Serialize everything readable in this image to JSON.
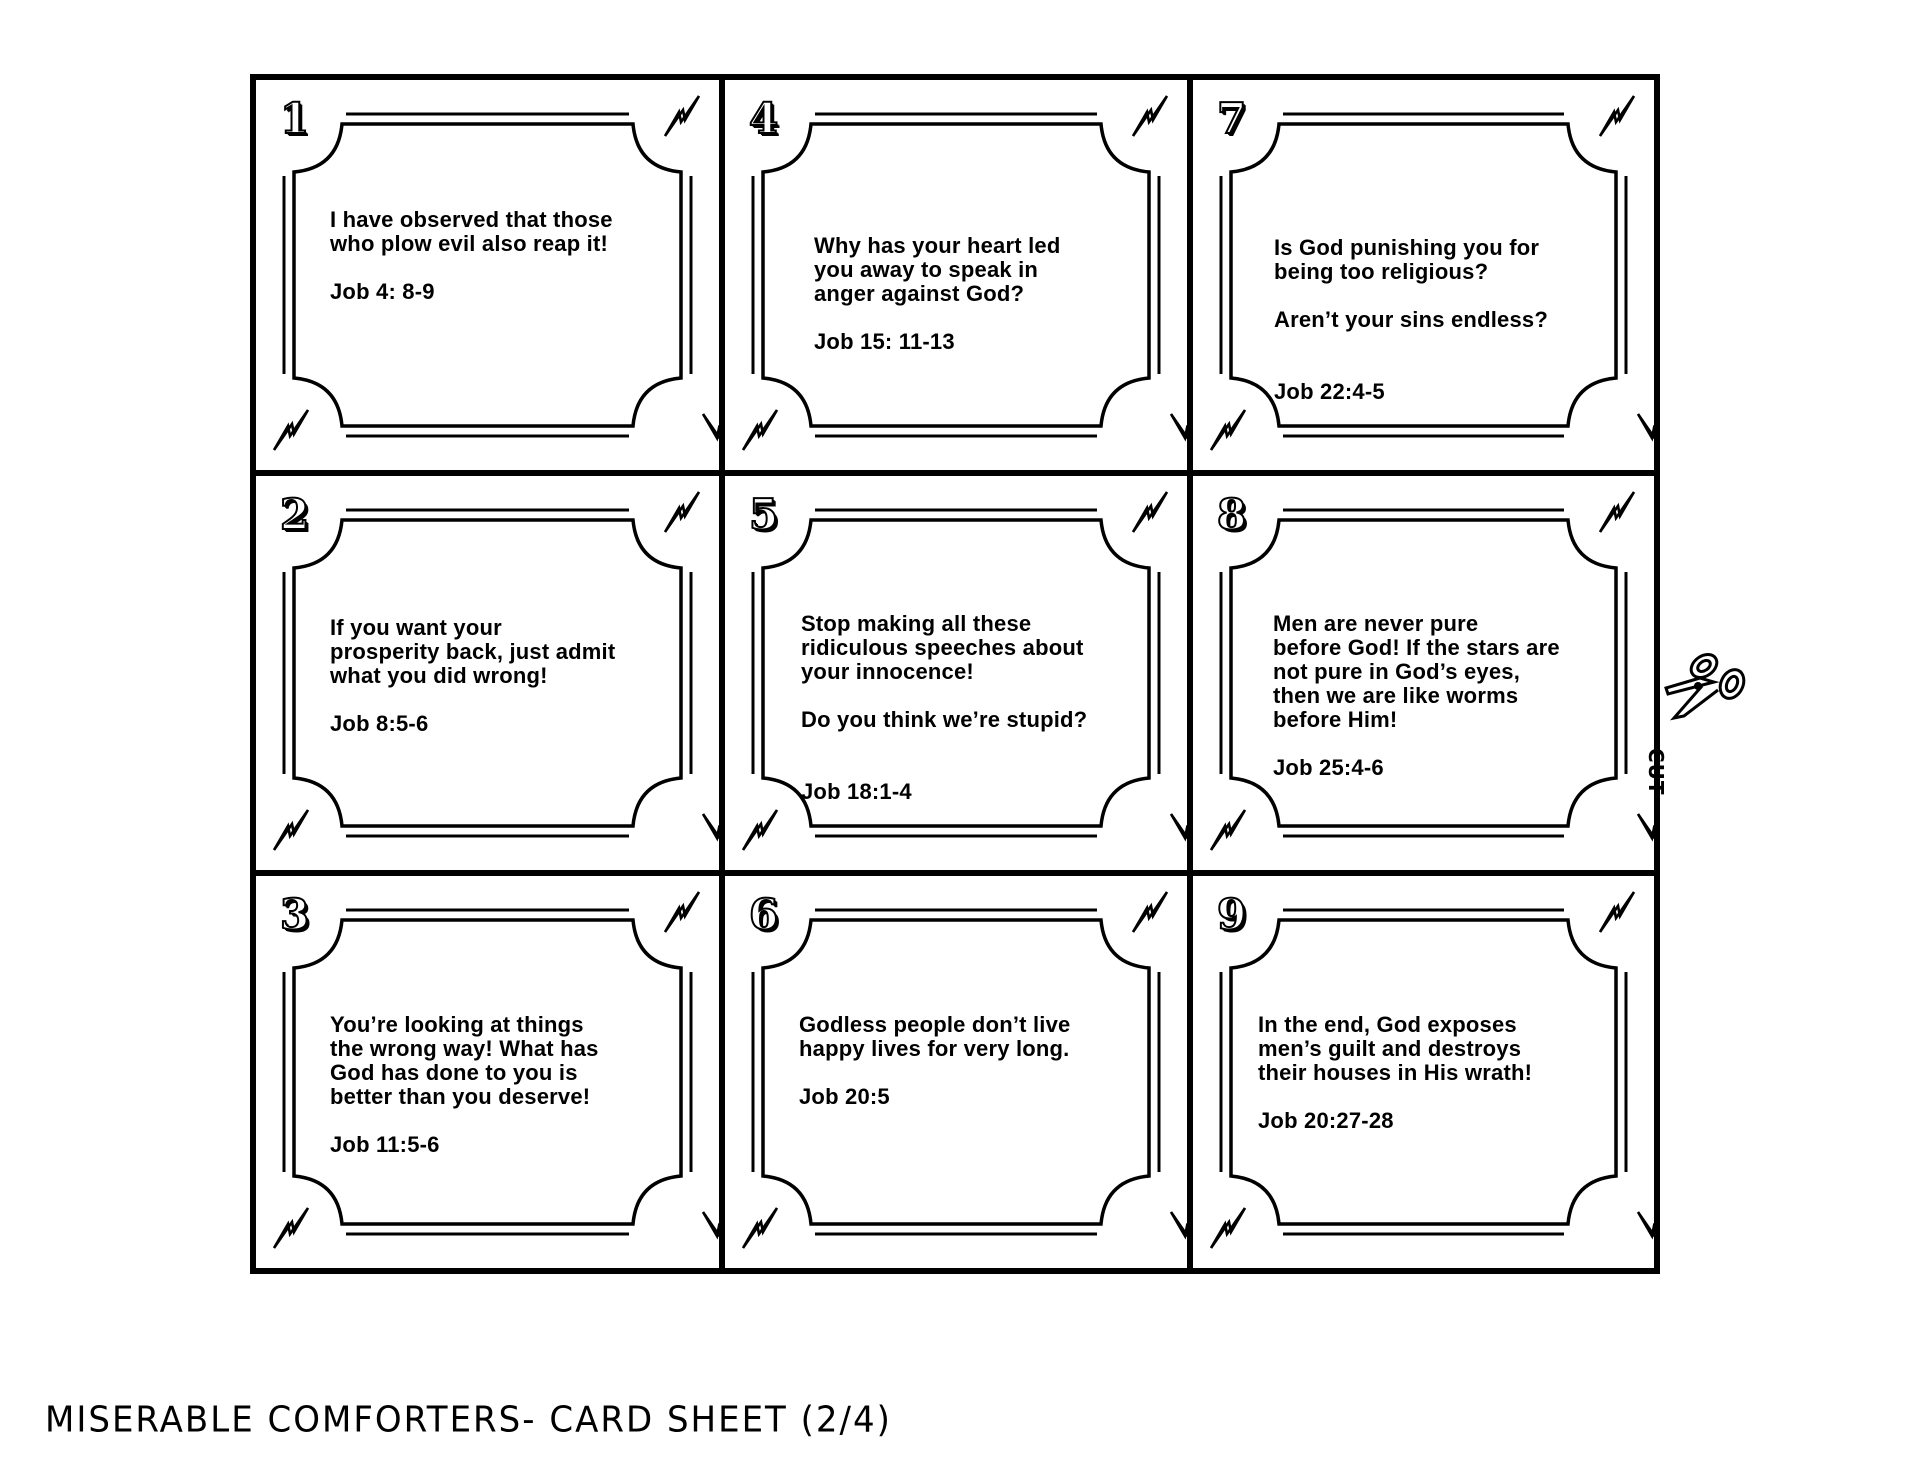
{
  "sheet": {
    "title": "MISERABLE COMFORTERS- CARD SHEET (2/4)",
    "cut_label": "CUT",
    "icons": {
      "corner": "lightning-bolt-icon",
      "cut": "scissors-icon"
    },
    "colors": {
      "ink": "#000000",
      "paper": "#ffffff"
    }
  },
  "cards": [
    {
      "number": "1",
      "lines": "I have observed that those\nwho plow evil also reap it!",
      "extra": "",
      "reference": "Job 4: 8-9"
    },
    {
      "number": "2",
      "lines": "If you want your\nprosperity back, just admit\nwhat you did wrong!",
      "extra": "",
      "reference": "Job 8:5-6"
    },
    {
      "number": "3",
      "lines": "You’re looking at things\nthe wrong way! What has\nGod has done to you is\nbetter than you deserve!",
      "extra": "",
      "reference": "Job 11:5-6"
    },
    {
      "number": "4",
      "lines": "Why has your heart led\nyou away to speak in\nanger against God?",
      "extra": "",
      "reference": "Job 15: 11-13"
    },
    {
      "number": "5",
      "lines": "Stop making all these\nridiculous speeches about\nyour innocence!",
      "extra": "Do you think we’re stupid?",
      "reference": "Job 18:1-4"
    },
    {
      "number": "6",
      "lines": "Godless people don’t live\nhappy lives for very long.",
      "extra": "",
      "reference": "Job 20:5"
    },
    {
      "number": "7",
      "lines": "Is God punishing you for\nbeing too religious?",
      "extra": "Aren’t your sins endless?",
      "reference": "Job 22:4-5"
    },
    {
      "number": "8",
      "lines": "Men are never pure\nbefore God! If the stars are\nnot pure in God’s eyes,\nthen we are like worms\nbefore Him!",
      "extra": "",
      "reference": "Job 25:4-6"
    },
    {
      "number": "9",
      "lines": "In the end, God exposes\nmen’s guilt and destroys\ntheir houses in His wrath!",
      "extra": "",
      "reference": "Job 20:27-28"
    }
  ]
}
